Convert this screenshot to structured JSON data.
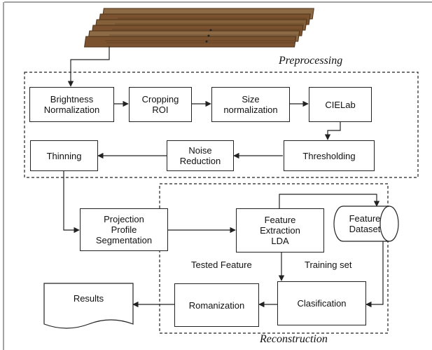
{
  "sections": {
    "preprocessing": "Preprocessing",
    "reconstruction": "Reconstruction"
  },
  "nodes": {
    "brightness": "Brightness\nNormalization",
    "cropping": "Cropping\nROI",
    "size": "Size\nnormalization",
    "cielab": "CIELab",
    "thresholding": "Thresholding",
    "noise": "Noise\nReduction",
    "thinning": "Thinning",
    "projection": "Projection\nProfile\nSegmentation",
    "feature_extraction": "Feature\nExtraction\nLDA",
    "feature_dataset": "Feature\nDataset",
    "clasification": "Clasification",
    "romanization": "Romanization",
    "results": "Results"
  },
  "edge_labels": {
    "tested_feature": "Tested Feature",
    "training_set": "Training set"
  },
  "colors": {
    "line": "#222222",
    "manuscript": "#7a5230",
    "manuscript_dark": "#4e3219"
  },
  "icons": {
    "manuscript_stack": "palm-leaf-manuscript-icon"
  }
}
